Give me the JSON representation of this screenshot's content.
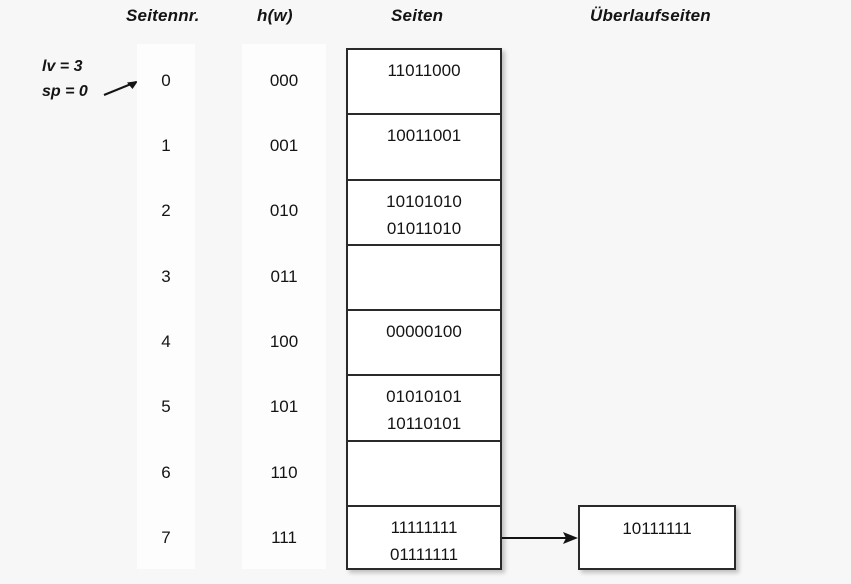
{
  "diagram": {
    "headers": {
      "page_number": "Seitennr.",
      "hash": "h(w)",
      "pages": "Seiten",
      "overflow_pages": "Überlaufseiten"
    },
    "annotation": {
      "lv": "lv = 3",
      "sp": "sp = 0",
      "arrow_icon": "arrow-up-right-icon"
    },
    "rows": [
      {
        "index": "0",
        "hash": "000",
        "records": [
          "11011000"
        ]
      },
      {
        "index": "1",
        "hash": "001",
        "records": [
          "10011001"
        ]
      },
      {
        "index": "2",
        "hash": "010",
        "records": [
          "10101010",
          "01011010"
        ]
      },
      {
        "index": "3",
        "hash": "011",
        "records": []
      },
      {
        "index": "4",
        "hash": "100",
        "records": [
          "00000100"
        ]
      },
      {
        "index": "5",
        "hash": "101",
        "records": [
          "01010101",
          "10110101"
        ]
      },
      {
        "index": "6",
        "hash": "110",
        "records": []
      },
      {
        "index": "7",
        "hash": "111",
        "records": [
          "11111111",
          "01111111"
        ]
      }
    ],
    "overflow": {
      "from_row_index": "7",
      "arrow_icon": "arrow-right-icon",
      "records": [
        "10111111"
      ]
    },
    "colors": {
      "background": "#f7f7f7",
      "box_fill": "#ffffff",
      "box_border": "#2a2a2a",
      "strip_fill": "#fdfdfd",
      "text": "#141414"
    }
  }
}
